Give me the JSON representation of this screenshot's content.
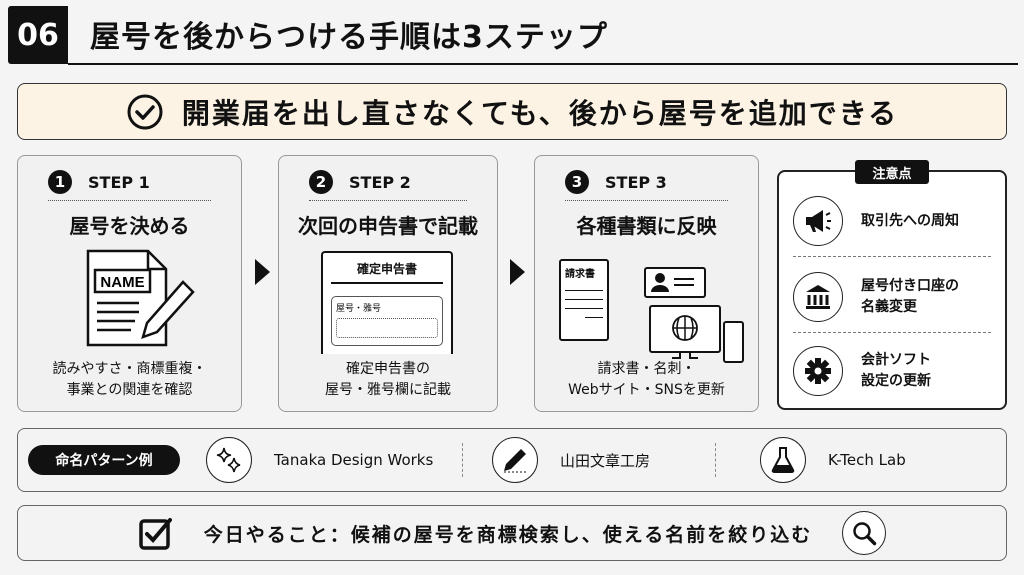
{
  "header": {
    "number": "06",
    "title": "屋号を後からつける手順は3ステップ"
  },
  "banner": {
    "text": "開業届を出し直さなくても、後から屋号を追加できる",
    "icon": "check-circle-icon"
  },
  "steps": [
    {
      "badge": "1",
      "label": "STEP 1",
      "title": "屋号を決める",
      "illustration_text": "NAME",
      "desc_lines": [
        "読みやすさ・商標重複・",
        "事業との関連を確認"
      ]
    },
    {
      "badge": "2",
      "label": "STEP 2",
      "title": "次回の申告書で記載",
      "form_title": "確定申告書",
      "form_field": "屋号・雅号",
      "desc_lines": [
        "確定申告書の",
        "屋号・雅号欄に記載"
      ]
    },
    {
      "badge": "3",
      "label": "STEP 3",
      "title": "各種書類に反映",
      "doc_title": "請求書",
      "desc_lines": [
        "請求書・名刺・",
        "Webサイト・SNSを更新"
      ]
    }
  ],
  "notes": {
    "label": "注意点",
    "items": [
      {
        "icon": "megaphone-icon",
        "lines": [
          "取引先への周知"
        ]
      },
      {
        "icon": "bank-icon",
        "lines": [
          "屋号付き口座の",
          "名義変更"
        ]
      },
      {
        "icon": "gear-icon",
        "lines": [
          "会計ソフト",
          "設定の更新"
        ]
      }
    ]
  },
  "naming": {
    "label": "命名パターン例",
    "examples": [
      {
        "icon": "sparkle-icon",
        "text": "Tanaka Design Works"
      },
      {
        "icon": "pen-icon",
        "text": "山田文章工房"
      },
      {
        "icon": "flask-icon",
        "text": "K-Tech Lab"
      }
    ]
  },
  "todo": {
    "text": "今日やること：候補の屋号を商標検索し、使える名前を絞り込む",
    "icon": "checkbox-icon",
    "search_icon": "search-icon"
  }
}
